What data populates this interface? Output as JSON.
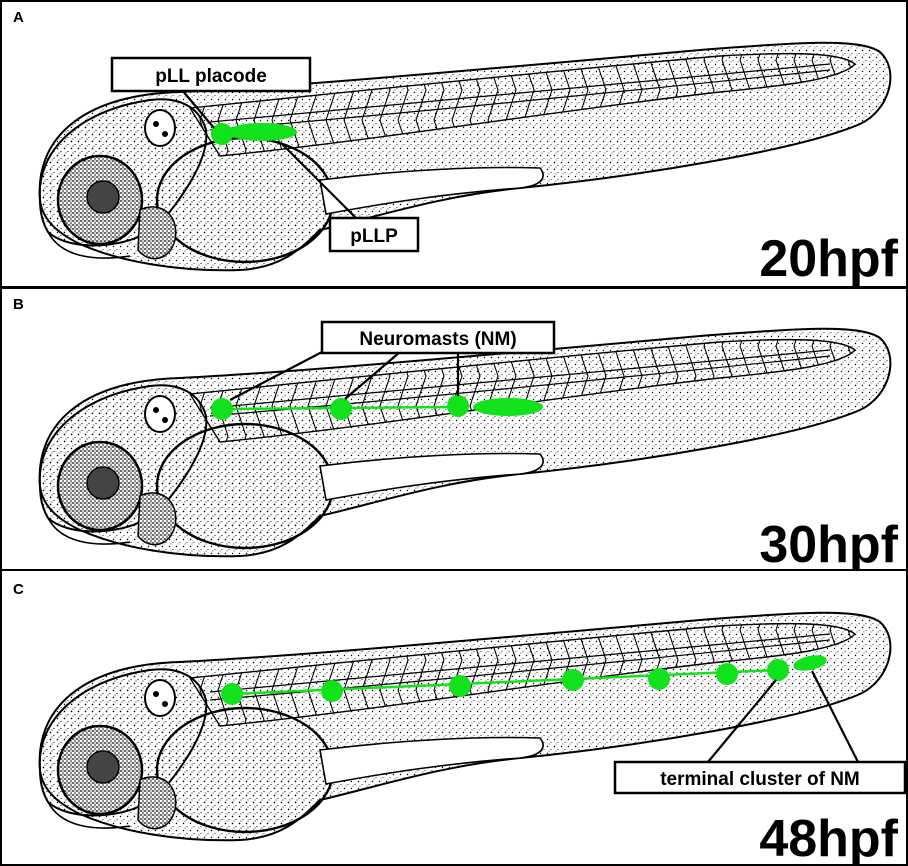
{
  "colors": {
    "neuromast": "#11e21b",
    "outline": "#000000",
    "background": "#ffffff"
  },
  "panels": [
    {
      "letter": "A",
      "stage": "20hpf",
      "callouts": [
        "pLL placode",
        "pLLP"
      ]
    },
    {
      "letter": "B",
      "stage": "30hpf",
      "callouts": [
        "Neuromasts (NM)"
      ]
    },
    {
      "letter": "C",
      "stage": "48hpf",
      "callouts": [
        "terminal cluster of NM"
      ]
    }
  ]
}
